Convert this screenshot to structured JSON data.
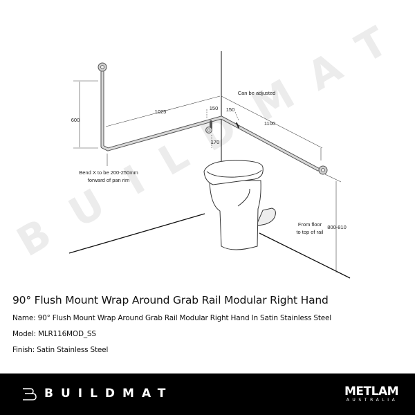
{
  "diagram": {
    "watermark": "BUILDMAT",
    "labels": {
      "dim_600": "600",
      "dim_1025": "1025",
      "dim_150_left": "150",
      "dim_150_right": "150",
      "dim_170": "170",
      "dim_1100": "1100",
      "dim_800_810": "800-810",
      "can_be_adjusted": "Can be adjusted",
      "bend_note_line1": "Bend X to be 200-250mm",
      "bend_note_line2": "forward of pan rim",
      "floor_note_line1": "From floor",
      "floor_note_line2": "to top of rail"
    }
  },
  "product": {
    "title": "90° Flush Mount Wrap Around Grab Rail Modular Right Hand",
    "name_label": "Name:",
    "name_value": "90° Flush Mount Wrap Around Grab Rail Modular Right Hand In Satin Stainless Steel",
    "model_label": "Model:",
    "model_value": "MLR116MOD_SS",
    "finish_label": "Finish:",
    "finish_value": "Satin Stainless Steel"
  },
  "footer": {
    "brand": "BUILDMAT",
    "partner_name": "METLAM",
    "partner_sub": "AUSTRALIA",
    "background": "#000000"
  }
}
